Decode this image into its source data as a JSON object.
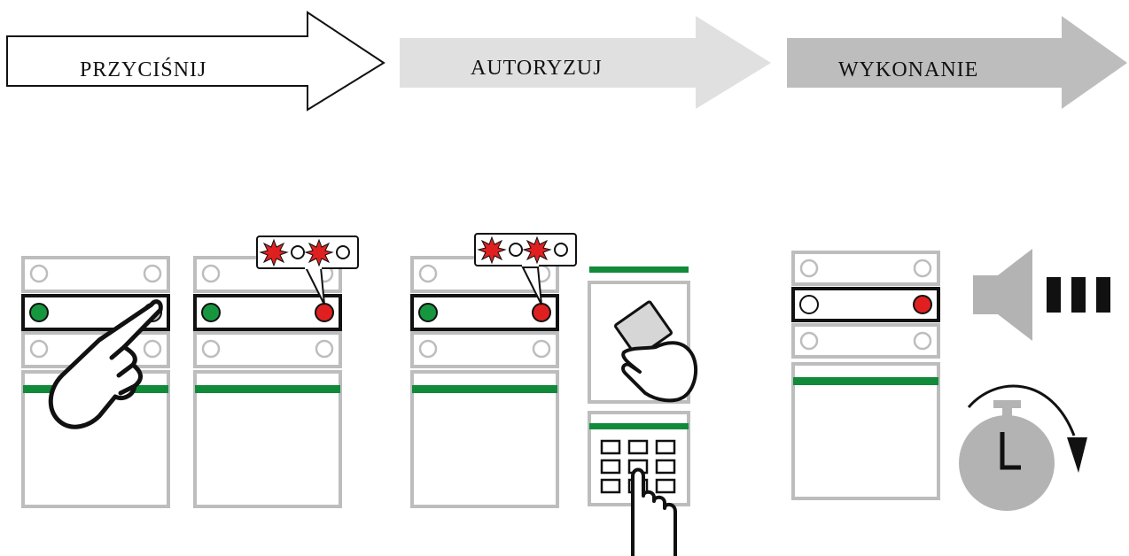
{
  "steps": [
    {
      "label": "PRZYCIŚNIJ"
    },
    {
      "label": "AUTORYZUJ"
    },
    {
      "label": "WYKONANIE"
    }
  ],
  "colors": {
    "panel_border": "#bdbdbd",
    "accent_green": "#118a3a",
    "led_green": "#16973f",
    "led_red": "#e02020",
    "led_pressed": "#bcbcbc",
    "arrow_step2": "#e0e0e0",
    "arrow_step3": "#bdbdbd",
    "icon_gray": "#b3b3b3",
    "signal_black": "#111111"
  },
  "icons": [
    "hand-press-icon",
    "flashing-led-callout-icon",
    "card-reader-icon",
    "keypad-icon",
    "speaker-icon",
    "stopwatch-icon"
  ]
}
